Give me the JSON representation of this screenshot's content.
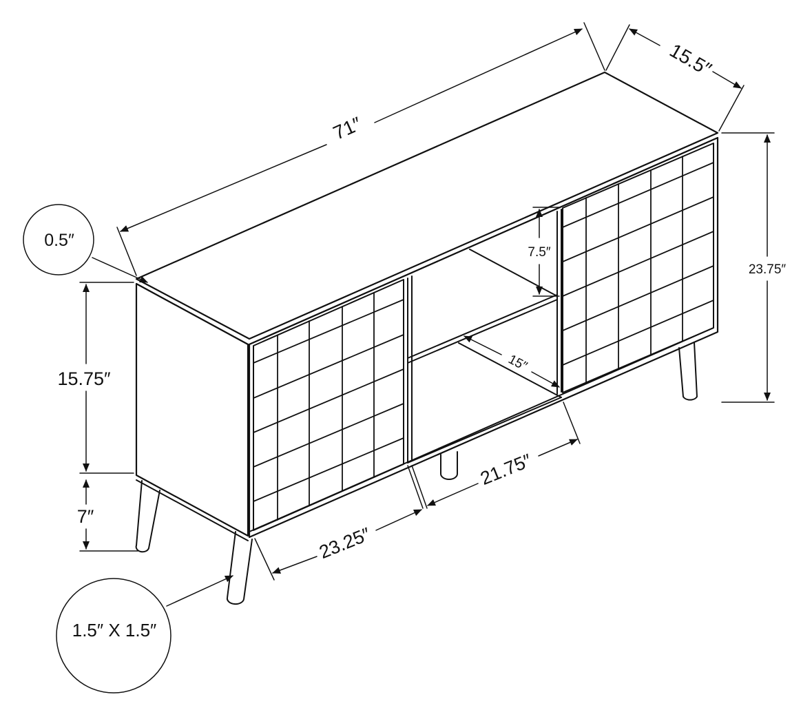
{
  "dimensions": {
    "width": "71″",
    "depth": "15.5″",
    "height": "23.75″",
    "top_thickness": "0.5″",
    "cabinet_height": "15.75″",
    "leg_height": "7″",
    "leg_section": "1.5″ X 1.5″",
    "door_width": "23.25″",
    "opening_width": "21.75″",
    "shelf_height": "7.5″",
    "shelf_depth": "15″"
  },
  "colors": {
    "line": "#111111",
    "background": "#ffffff"
  }
}
